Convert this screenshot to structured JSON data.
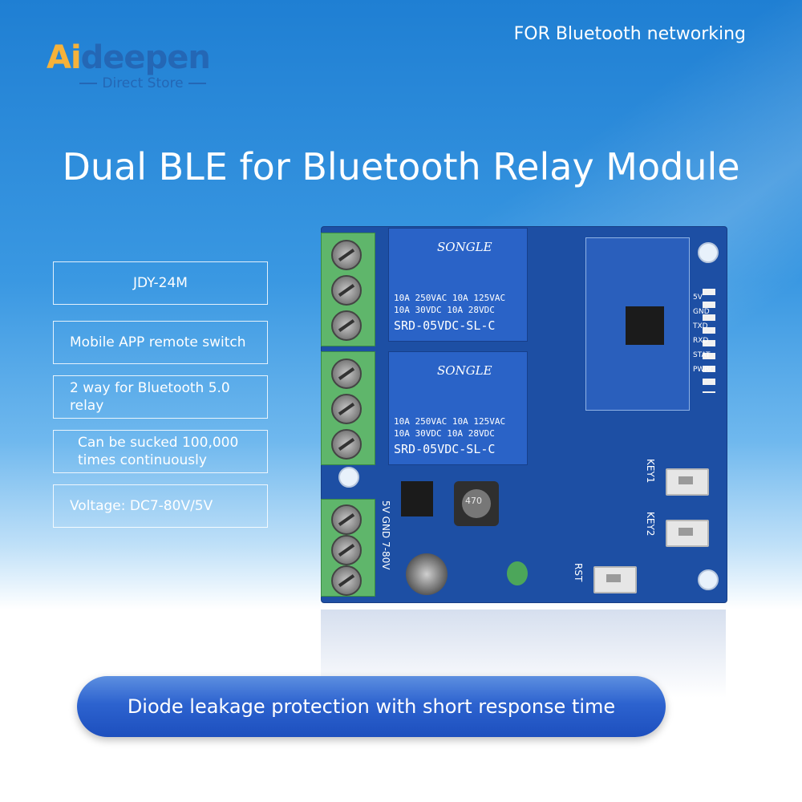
{
  "logo": {
    "main_part1": "Ai",
    "main_part2": "deepen",
    "sub": "Direct Store"
  },
  "tagline": "FOR Bluetooth networking",
  "title": "Dual BLE for Bluetooth Relay Module",
  "features": [
    {
      "text": "JDY-24M"
    },
    {
      "text": "Mobile APP remote switch"
    },
    {
      "text": "2 way for Bluetooth 5.0 relay"
    },
    {
      "text": "Can be sucked 100,000 times continuously"
    },
    {
      "text": "Voltage: DC7-80V/5V"
    }
  ],
  "board": {
    "relay_brand": "SONGLE",
    "relay_spec_line1": "10A 250VAC 10A 125VAC",
    "relay_spec_line2": "10A 30VDC  10A 28VDC",
    "relay_model": "SRD-05VDC-SL-C",
    "key1_label": "KEY1",
    "key2_label": "KEY2",
    "rst_label": "RST",
    "power_label": "5V GND 7-80V",
    "inductor_label": "470",
    "pin_labels": [
      "5V",
      "GND",
      "TXD",
      "RXD",
      "STAT",
      "PWRC"
    ]
  },
  "banner": "Diode leakage protection with short response time",
  "colors": {
    "background_top": "#1f7fd3",
    "pcb": "#1d4fa4",
    "banner": "#2d63cf",
    "terminal": "#5fb66b"
  }
}
